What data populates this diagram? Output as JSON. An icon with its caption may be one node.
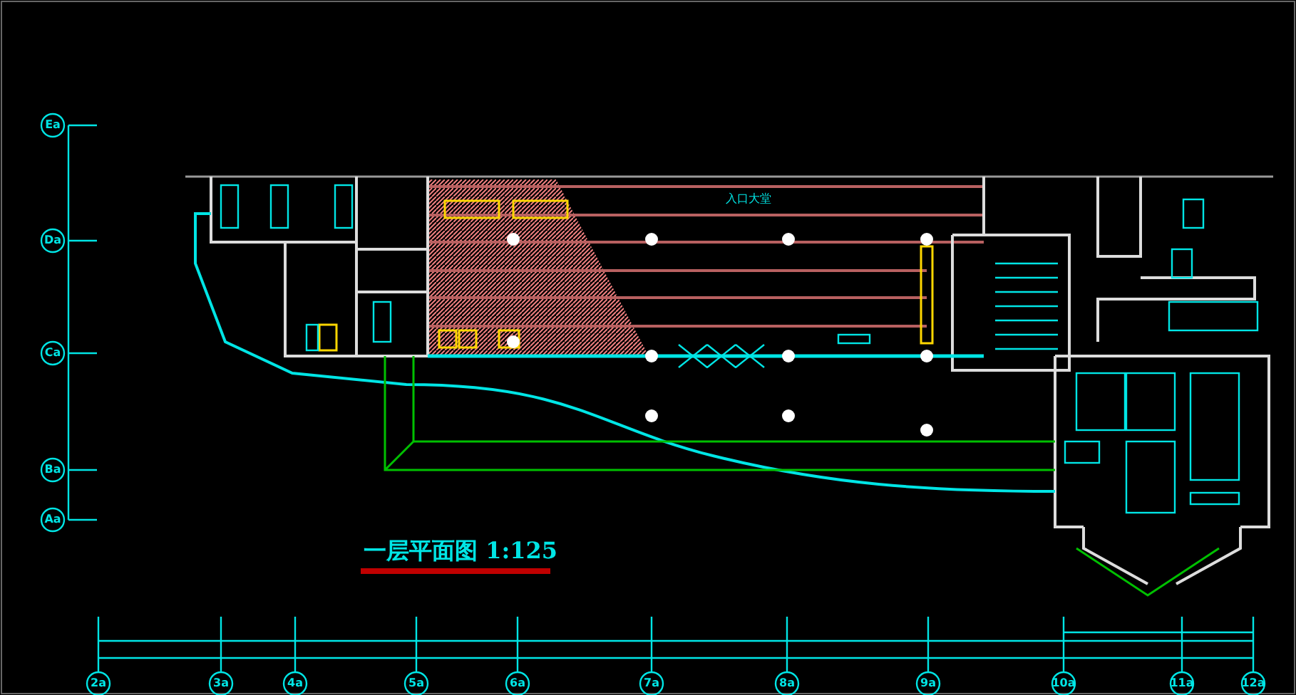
{
  "diagram": {
    "title": "一层平面图 1:125",
    "labels": [
      "入口大堂",
      "Ea",
      "Da",
      "Ca",
      "Ba",
      "Aa",
      "2a",
      "3a",
      "4a",
      "5a",
      "6a",
      "7a",
      "8a",
      "9a",
      "10a",
      "11a",
      "12a"
    ]
  }
}
